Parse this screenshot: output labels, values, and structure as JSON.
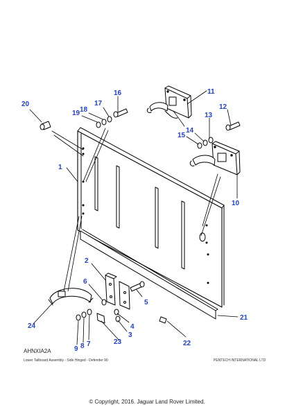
{
  "diagram": {
    "reference_code": "AHNXIA2A",
    "caption": "Lower Tailboard Assembly - Side Hinged - Defender 90",
    "vendor": "PENTECH INTERNATIONAL LTD",
    "copyright": "© Copyright, 2016. Jaguar Land Rover Limited.",
    "callout_color": "#1f3fd6",
    "callouts": [
      "1",
      "2",
      "3",
      "4",
      "5",
      "6",
      "7",
      "8",
      "9",
      "10",
      "11",
      "12",
      "13",
      "14",
      "15",
      "16",
      "17",
      "18",
      "19",
      "20",
      "21",
      "22",
      "23",
      "24"
    ]
  }
}
